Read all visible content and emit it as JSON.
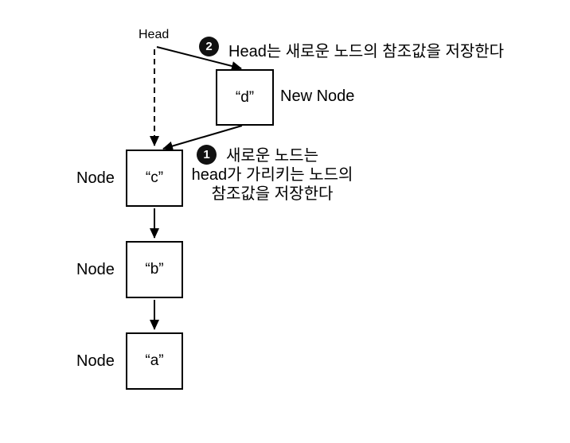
{
  "diagram": {
    "title_hidden": "",
    "head_label": "Head",
    "step2": {
      "badge": "2",
      "text": "Head는 새로운 노드의 참조값을 저장한다"
    },
    "step1": {
      "badge": "1",
      "lines": [
        "새로운 노드는",
        "head가 가리키는 노드의",
        "참조값을 저장한다"
      ]
    },
    "new_node": {
      "value": "“d”",
      "label": "New Node"
    },
    "nodes": [
      {
        "label": "Node",
        "value": "“c”"
      },
      {
        "label": "Node",
        "value": "“b”"
      },
      {
        "label": "Node",
        "value": "“a”"
      }
    ],
    "colors": {
      "ink": "#000000",
      "background": "#ffffff",
      "badge_bg": "#111111",
      "badge_text": "#ffffff"
    }
  }
}
